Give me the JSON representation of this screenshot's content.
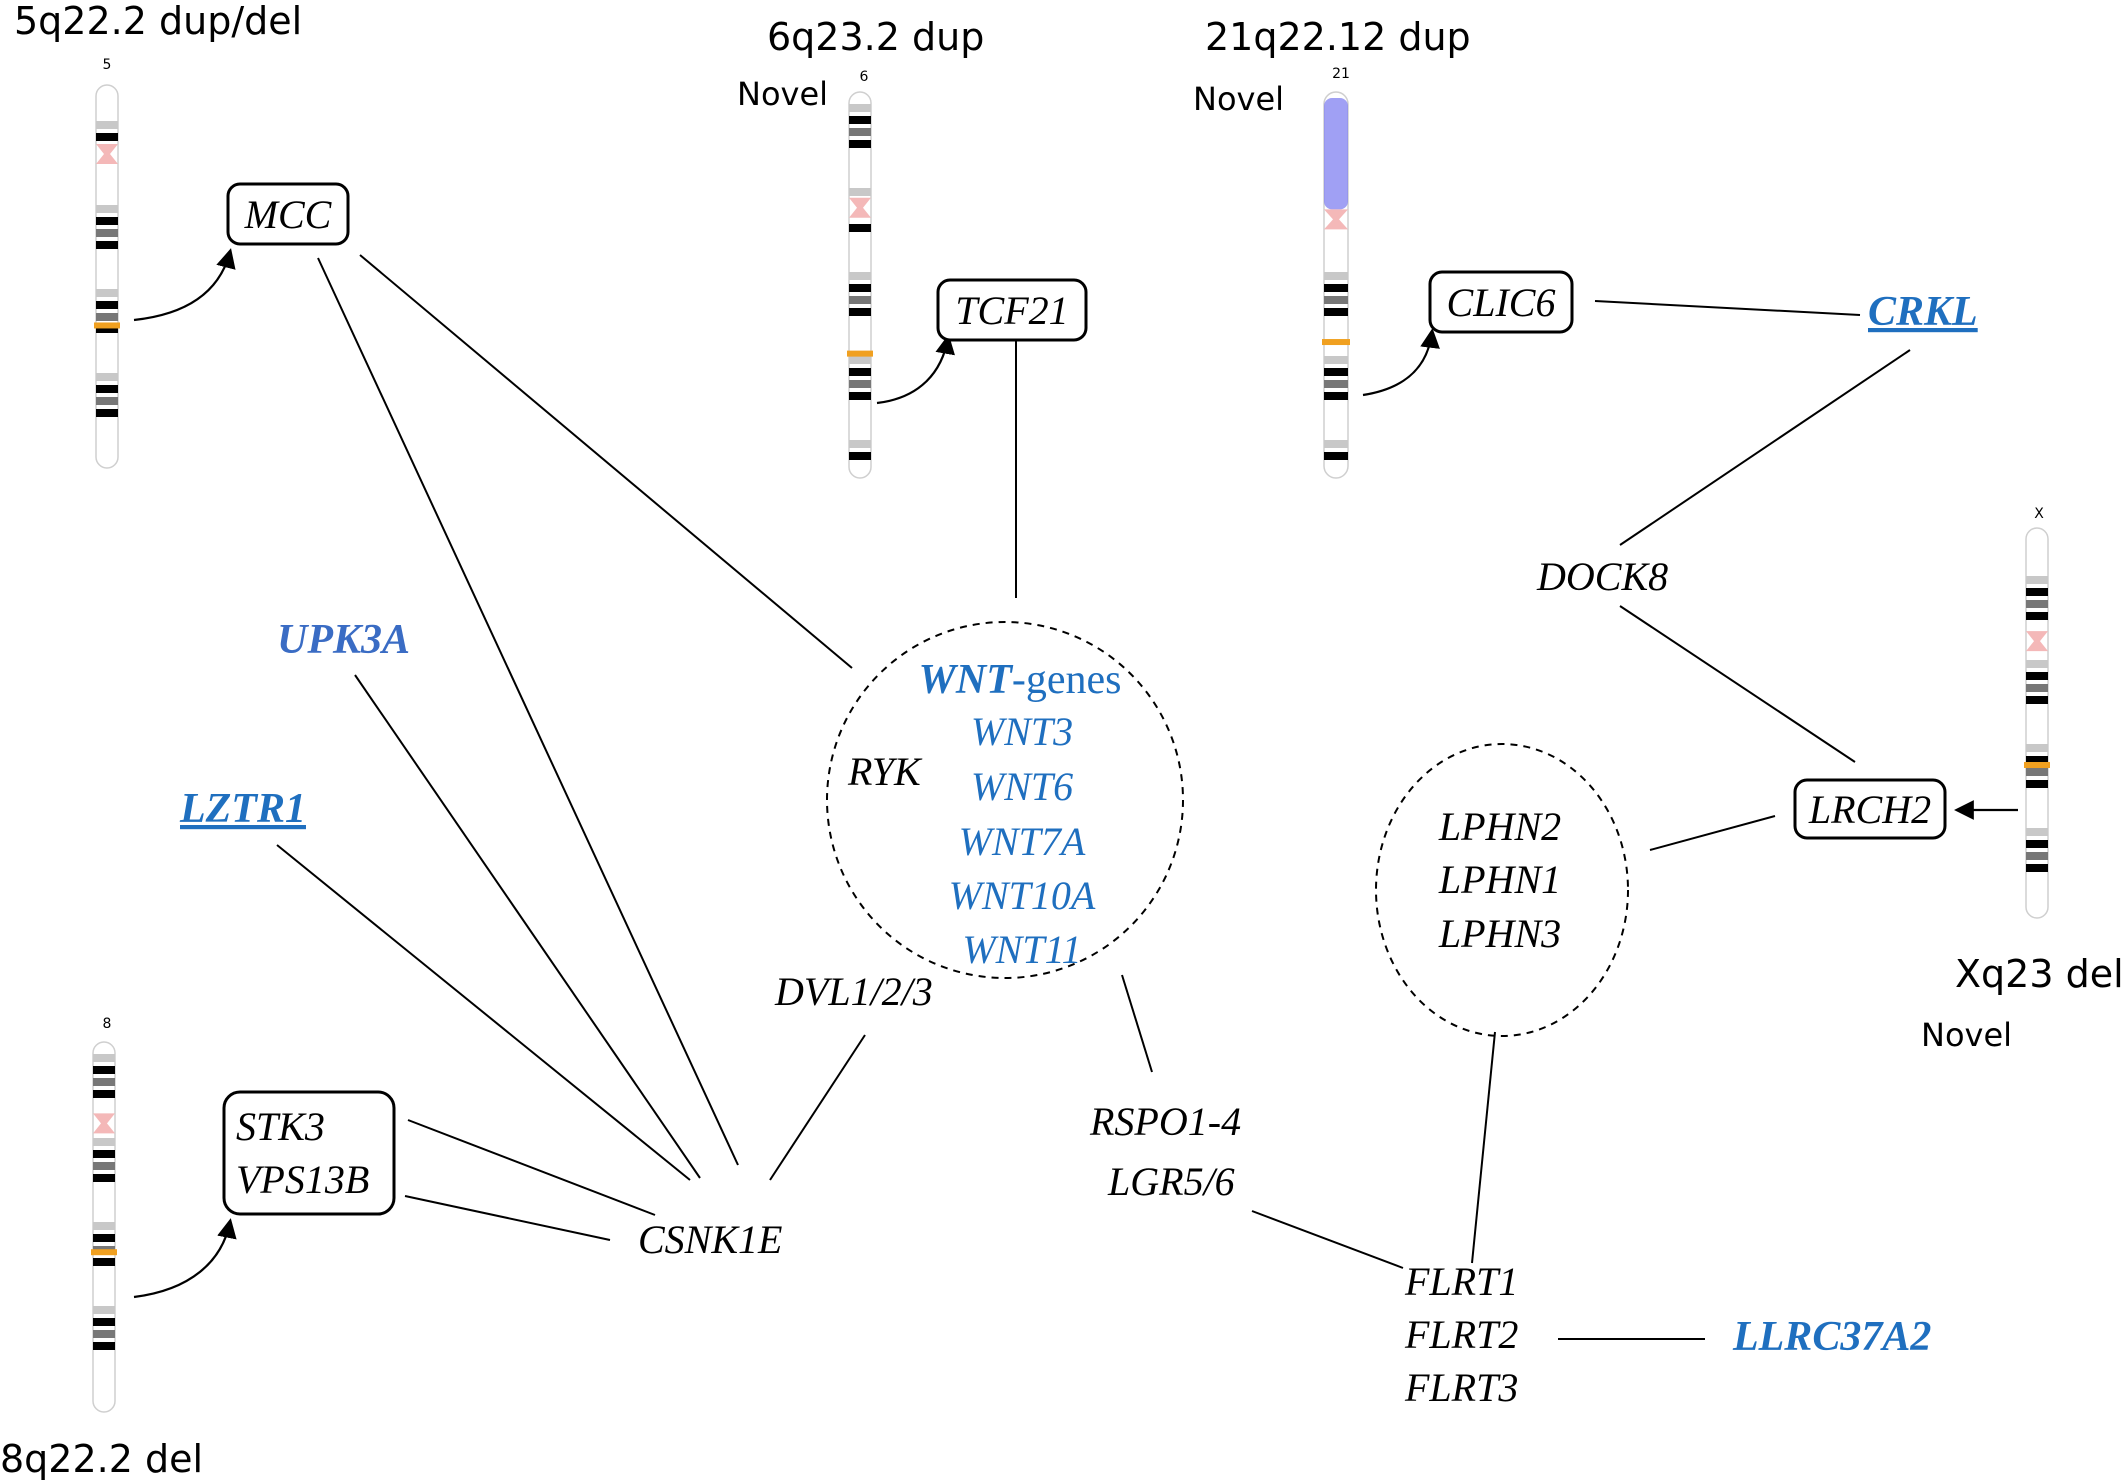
{
  "chromosomes": {
    "chr5": {
      "number": "5",
      "title": "5q22.2 dup/del"
    },
    "chr6": {
      "number": "6",
      "title": "6q23.2 dup",
      "tag": "Novel"
    },
    "chr21": {
      "number": "21",
      "title": "21q22.12 dup",
      "tag": "Novel"
    },
    "chrX": {
      "number": "X",
      "title": "Xq23 del",
      "tag": "Novel"
    },
    "chr8": {
      "number": "8",
      "title": "8q22.2 del"
    }
  },
  "boxed_genes": {
    "mcc": "MCC",
    "tcf21": "TCF21",
    "clic6": "CLIC6",
    "lrch2": "LRCH2",
    "stk3": "STK3",
    "vps13b": "VPS13B"
  },
  "genes": {
    "crkl": "CRKL",
    "dock8": "DOCK8",
    "upk3a": "UPK3A",
    "lztr1": "LZTR1",
    "ryk": "RYK",
    "dvl": "DVL1/2/3",
    "rspo": "RSPO1-4",
    "lgr": "LGR5/6",
    "csnk1e": "CSNK1E",
    "flrt1": "FLRT1",
    "flrt2": "FLRT2",
    "flrt3": "FLRT3",
    "llrc37a2": "LLRC37A2"
  },
  "wnt_cluster": {
    "heading_bold": "WNT",
    "heading_rest": "-genes",
    "members": [
      "WNT3",
      "WNT6",
      "WNT7A",
      "WNT10A",
      "WNT11"
    ]
  },
  "lphn_cluster": {
    "members": [
      "LPHN2",
      "LPHN1",
      "LPHN3"
    ]
  },
  "colors": {
    "blue_gene": "#1f6fbf",
    "upk3a": "#3a6cc4",
    "highlight_band": "#f0a020",
    "centromere": "#f4b8b8",
    "chr21_p_arm": "#8080f0"
  }
}
